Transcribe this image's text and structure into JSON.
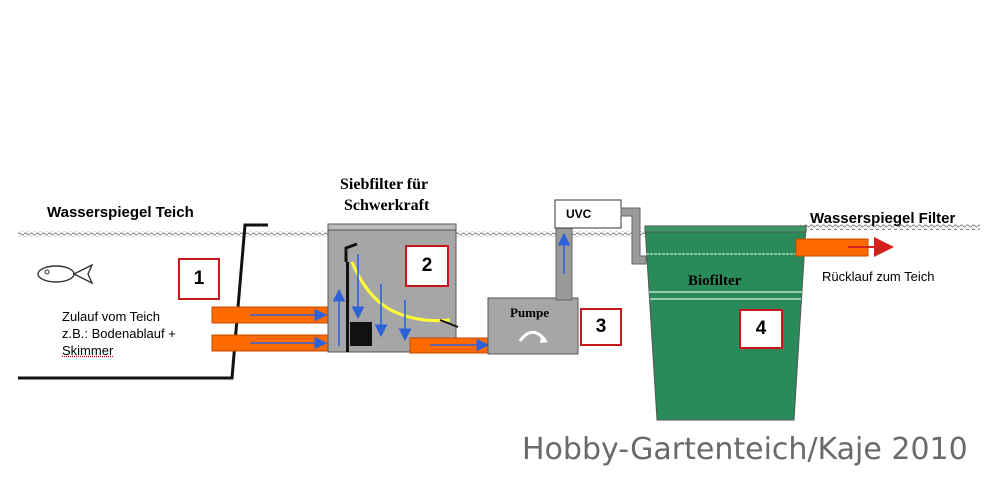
{
  "labels": {
    "water_level_pond": "Wasserspiegel Teich",
    "water_level_filter": "Wasserspiegel Filter",
    "sieve_filter_line1": "Siebfilter für",
    "sieve_filter_line2": "Schwerkraft",
    "uvc": "UVC",
    "pump": "Pumpe",
    "biofilter": "Biofilter",
    "inflow_line1": "Zulauf vom Teich",
    "inflow_line2": "z.B.: Bodenablauf +",
    "inflow_line3": "Skimmer",
    "return": "Rücklauf zum Teich"
  },
  "numbers": [
    "1",
    "2",
    "3",
    "4"
  ],
  "watermark": "Hobby-Gartenteich/Kaje 2010",
  "colors": {
    "pipe": "#ff6a00",
    "filter_gray": "#a6a6a6",
    "biofilter_green": "#2b8a5a",
    "number_border": "#c8161d",
    "arrow_blue": "#2e62d9",
    "screen_yellow": "#ffff33"
  },
  "icons": [
    "fish-icon"
  ]
}
